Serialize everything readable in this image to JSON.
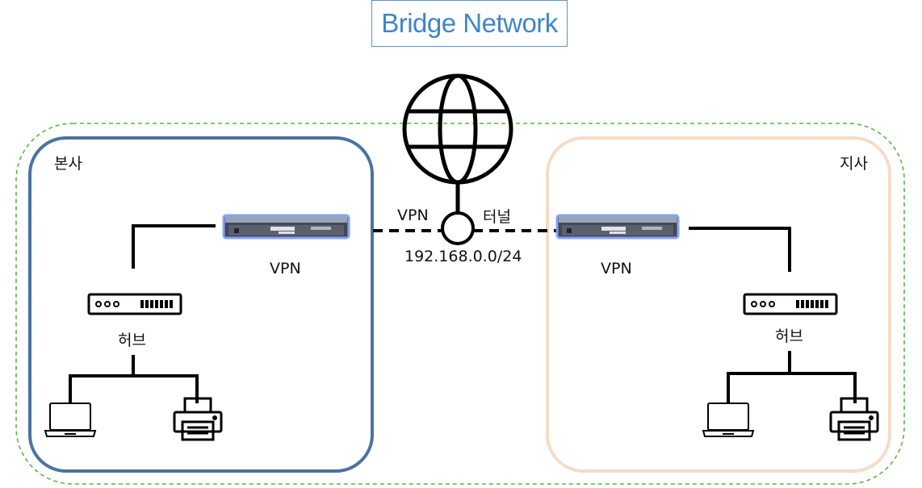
{
  "title": "Bridge Network",
  "hq": {
    "label": "본사",
    "vpn_label": "VPN",
    "hub_label": "허브"
  },
  "branch": {
    "label": "지사",
    "vpn_label": "VPN",
    "hub_label": "허브"
  },
  "tunnel": {
    "left_label": "VPN",
    "right_label": "터널",
    "subnet": "192.168.0.0/24"
  },
  "colors": {
    "hq_border": "#4a73a0",
    "branch_border": "#f5dcc8",
    "outer_dashed": "#5cb544",
    "title": "#3f86c8"
  },
  "icons": [
    "globe-icon",
    "vpn-server-icon",
    "hub-icon",
    "laptop-icon",
    "printer-icon"
  ]
}
